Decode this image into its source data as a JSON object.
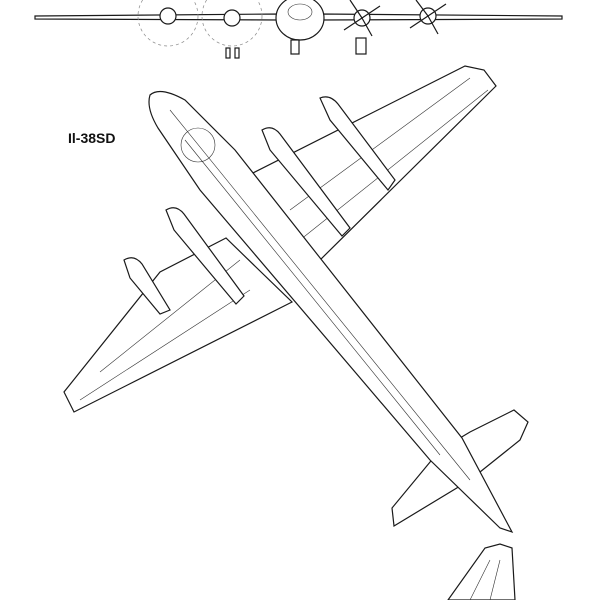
{
  "drawing": {
    "designation": "Il-38SD",
    "views": [
      "front-view",
      "plan-view",
      "side-view-tail"
    ],
    "line_color": "#1a1a1a"
  }
}
